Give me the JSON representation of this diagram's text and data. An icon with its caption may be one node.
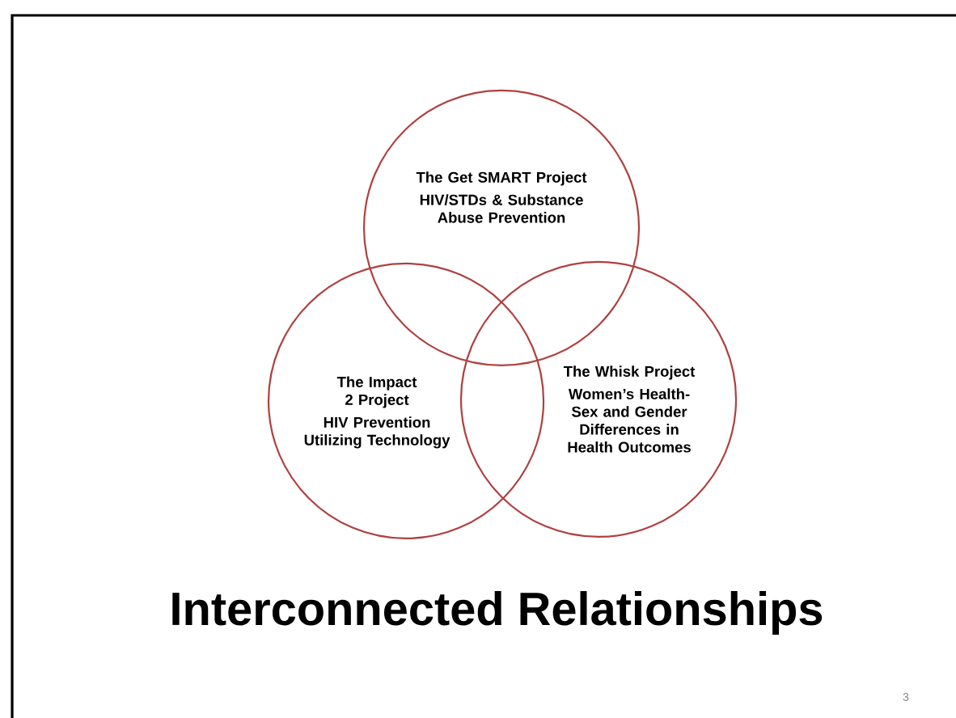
{
  "diagram": {
    "title": "Interconnected Relationships",
    "nodes": [
      {
        "text": [
          "The Get SMART Project",
          "HIV/STDs & Substance Abuse Prevention"
        ]
      },
      {
        "text": [
          "The Impact 2 Project",
          "HIV Prevention Utilizing Technology"
        ]
      },
      {
        "text": [
          "The Whisk Project",
          "Women’s Health-Sex and Gender Differences in Health Outcomes"
        ]
      }
    ],
    "labels": [
      "3"
    ]
  }
}
